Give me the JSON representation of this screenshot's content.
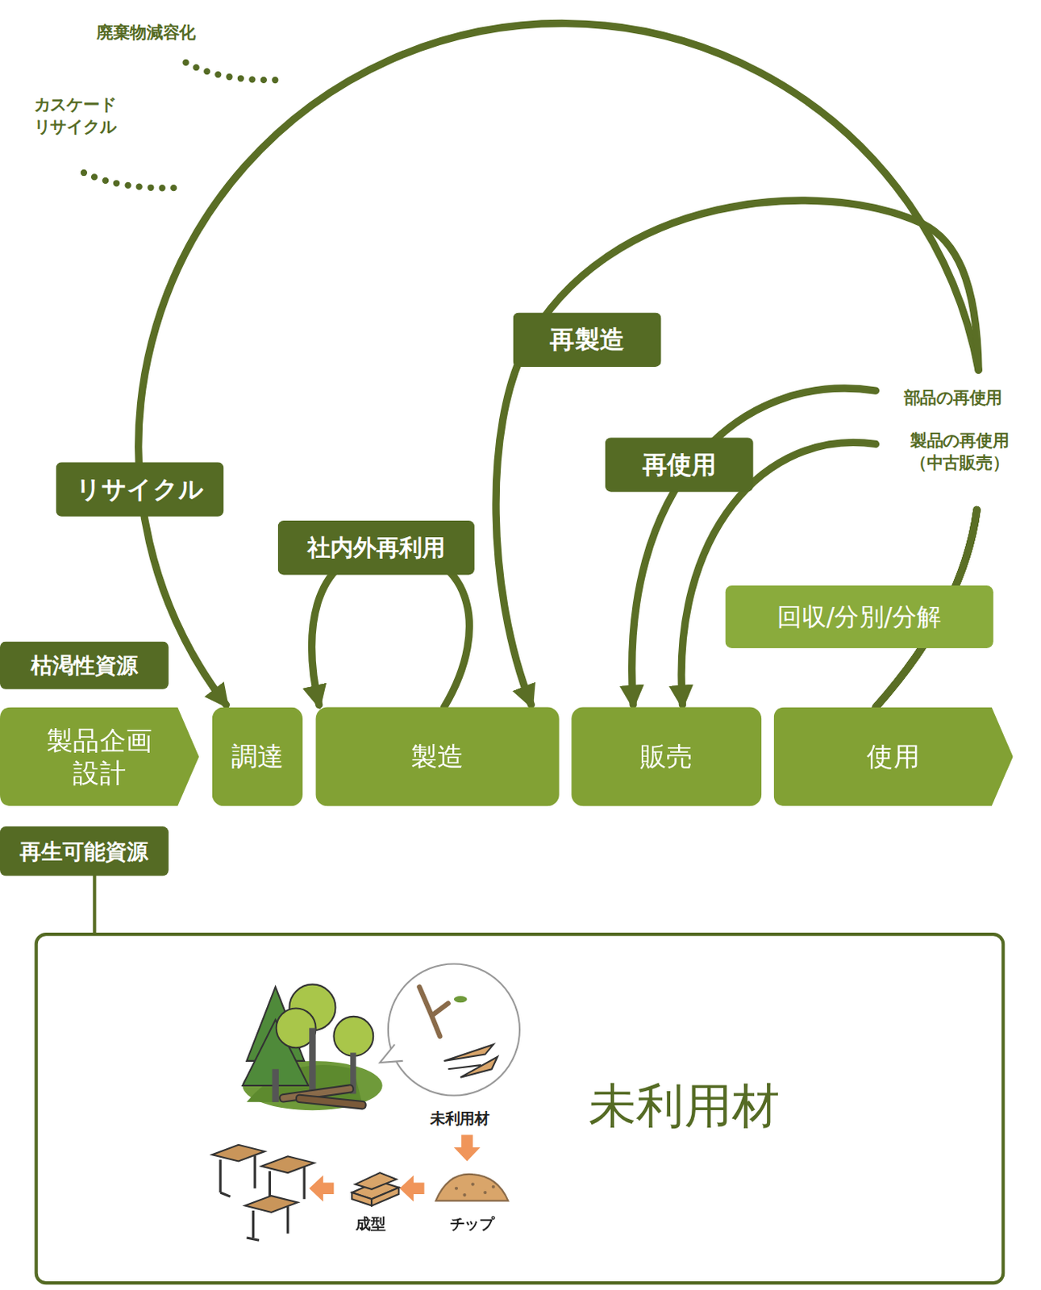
{
  "diagram": {
    "nodes": [
      {
        "text": [
          "枯渇性資源"
        ]
      },
      {
        "text": [
          "製品企画 設計"
        ]
      },
      {
        "text": [
          "調達"
        ]
      },
      {
        "text": [
          "製造"
        ]
      },
      {
        "text": [
          "販売"
        ]
      },
      {
        "text": [
          "使用"
        ]
      },
      {
        "text": [
          "再生可能資源"
        ]
      },
      {
        "text": [
          "未利用材"
        ]
      }
    ],
    "edges": [
      {
        "from": 5,
        "to": 2,
        "label": "リサイクル",
        "arrow": "to"
      },
      {
        "from": 5,
        "to": 3,
        "label": "再製造",
        "arrow": "to"
      },
      {
        "from": 5,
        "to": 4,
        "label": "再使用",
        "arrow": "to"
      },
      {
        "from": 5,
        "to": 4,
        "arrow": "to"
      },
      {
        "from": 3,
        "to": 3,
        "label": "社内外再利用",
        "arrow": "to"
      },
      {
        "from": 6,
        "to": 7,
        "arrow": "none"
      }
    ],
    "labels": [
      "廃棄物減容化",
      "カスケード リサイクル",
      "部品の再使用",
      "製品の再使用 （中古販売）",
      "回収/分別/分解",
      "未利用材",
      "チップ",
      "成型"
    ]
  }
}
